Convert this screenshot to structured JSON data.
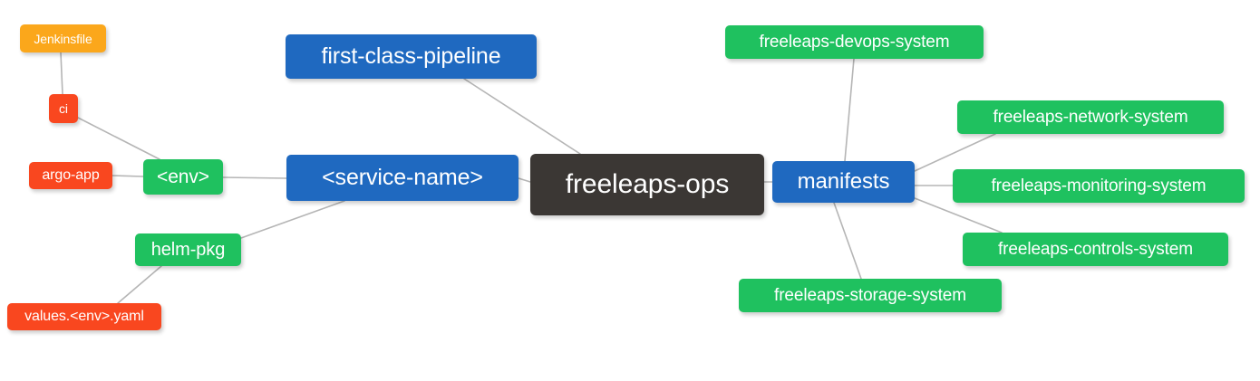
{
  "diagram": {
    "type": "mindmap",
    "title": "freeleaps-ops",
    "background": "#ffffff",
    "edge_color": "#b5b5b5",
    "edge_width": 1.6,
    "palette": {
      "root": "#3b3734",
      "blue": "#1f69c0",
      "green": "#1fc15f",
      "orange": "#fba71b",
      "red": "#f9471f",
      "text": "#ffffff"
    }
  },
  "nodes": {
    "root": {
      "label": "freeleaps-ops",
      "color": "#3b3734"
    },
    "service_name": {
      "label": "<service-name>",
      "color": "#1f69c0"
    },
    "first_class_pipeline": {
      "label": "first-class-pipeline",
      "color": "#1f69c0"
    },
    "manifests": {
      "label": "manifests",
      "color": "#1f69c0"
    },
    "env": {
      "label": "<env>",
      "color": "#1fc15f"
    },
    "helm_pkg": {
      "label": "helm-pkg",
      "color": "#1fc15f"
    },
    "jenkinsfile": {
      "label": "Jenkinsfile",
      "color": "#fba71b"
    },
    "ci": {
      "label": "ci",
      "color": "#f9471f"
    },
    "argo_app": {
      "label": "argo-app",
      "color": "#f9471f"
    },
    "values_yaml": {
      "label": "values.<env>.yaml",
      "color": "#f9471f"
    },
    "devops_system": {
      "label": "freeleaps-devops-system",
      "color": "#1fc15f"
    },
    "network_system": {
      "label": "freeleaps-network-system",
      "color": "#1fc15f"
    },
    "monitoring_system": {
      "label": "freeleaps-monitoring-system",
      "color": "#1fc15f"
    },
    "controls_system": {
      "label": "freeleaps-controls-system",
      "color": "#1fc15f"
    },
    "storage_system": {
      "label": "freeleaps-storage-system",
      "color": "#1fc15f"
    }
  },
  "edges": [
    {
      "from": "root",
      "to": "service_name"
    },
    {
      "from": "root",
      "to": "first_class_pipeline"
    },
    {
      "from": "root",
      "to": "manifests"
    },
    {
      "from": "service_name",
      "to": "env"
    },
    {
      "from": "service_name",
      "to": "helm_pkg"
    },
    {
      "from": "env",
      "to": "ci"
    },
    {
      "from": "env",
      "to": "argo_app"
    },
    {
      "from": "ci",
      "to": "jenkinsfile"
    },
    {
      "from": "helm_pkg",
      "to": "values_yaml"
    },
    {
      "from": "manifests",
      "to": "devops_system"
    },
    {
      "from": "manifests",
      "to": "network_system"
    },
    {
      "from": "manifests",
      "to": "monitoring_system"
    },
    {
      "from": "manifests",
      "to": "controls_system"
    },
    {
      "from": "manifests",
      "to": "storage_system"
    }
  ]
}
